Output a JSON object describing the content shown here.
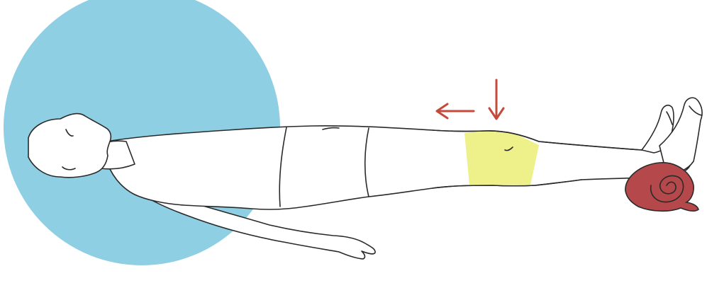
{
  "illustration": {
    "colors": {
      "background_circle": "#8ecfe3",
      "knee_highlight": "#eef08a",
      "arrows": "#c44a3b",
      "heel_towel": "#b5484a",
      "outline": "#2a2a2a"
    },
    "arrows": [
      {
        "name": "arrow-left",
        "direction": "left"
      },
      {
        "name": "arrow-down",
        "direction": "down"
      }
    ]
  }
}
